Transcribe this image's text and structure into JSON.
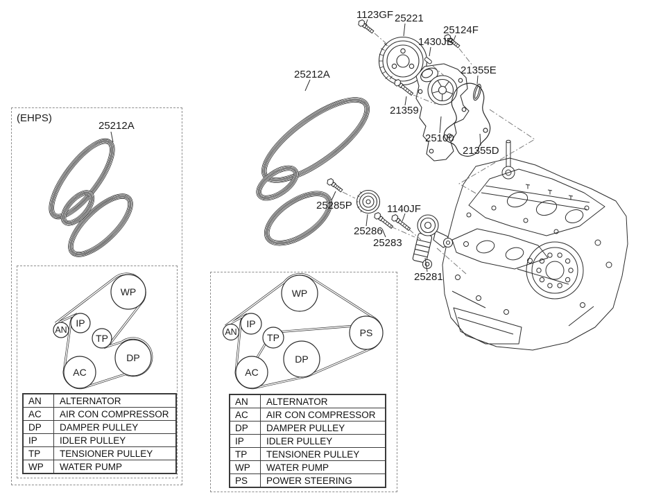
{
  "part_labels": [
    {
      "id": "1123GF",
      "text": "1123GF"
    },
    {
      "id": "25221",
      "text": "25221"
    },
    {
      "id": "25124F",
      "text": "25124F"
    },
    {
      "id": "1430JB",
      "text": "1430JB"
    },
    {
      "id": "21355E",
      "text": "21355E"
    },
    {
      "id": "25212A_main",
      "text": "25212A"
    },
    {
      "id": "21359",
      "text": "21359"
    },
    {
      "id": "25100",
      "text": "25100"
    },
    {
      "id": "21355D",
      "text": "21355D"
    },
    {
      "id": "25285P",
      "text": "25285P"
    },
    {
      "id": "1140JF",
      "text": "1140JF"
    },
    {
      "id": "25286",
      "text": "25286"
    },
    {
      "id": "25283",
      "text": "25283"
    },
    {
      "id": "25281",
      "text": "25281"
    }
  ],
  "ehps_box": {
    "tag": "(EHPS)",
    "belt_label": "25212A"
  },
  "diagram_left": {
    "pulleys": [
      "WP",
      "IP",
      "AN",
      "TP",
      "DP",
      "AC"
    ]
  },
  "diagram_right": {
    "pulleys": [
      "WP",
      "IP",
      "AN",
      "TP",
      "PS",
      "DP",
      "AC"
    ]
  },
  "legend_left": {
    "rows": [
      {
        "code": "AN",
        "name": "ALTERNATOR"
      },
      {
        "code": "AC",
        "name": "AIR CON COMPRESSOR"
      },
      {
        "code": "DP",
        "name": "DAMPER PULLEY"
      },
      {
        "code": "IP",
        "name": "IDLER PULLEY"
      },
      {
        "code": "TP",
        "name": "TENSIONER PULLEY"
      },
      {
        "code": "WP",
        "name": "WATER PUMP"
      }
    ]
  },
  "legend_right": {
    "rows": [
      {
        "code": "AN",
        "name": "ALTERNATOR"
      },
      {
        "code": "AC",
        "name": "AIR CON COMPRESSOR"
      },
      {
        "code": "DP",
        "name": "DAMPER PULLEY"
      },
      {
        "code": "IP",
        "name": "IDLER PULLEY"
      },
      {
        "code": "TP",
        "name": "TENSIONER PULLEY"
      },
      {
        "code": "WP",
        "name": "WATER PUMP"
      },
      {
        "code": "PS",
        "name": "POWER STEERING"
      }
    ]
  },
  "colors": {
    "line": "#2b2b2b",
    "dash": "#8d8d8d",
    "text": "#1c1c1c",
    "background": "#ffffff"
  }
}
